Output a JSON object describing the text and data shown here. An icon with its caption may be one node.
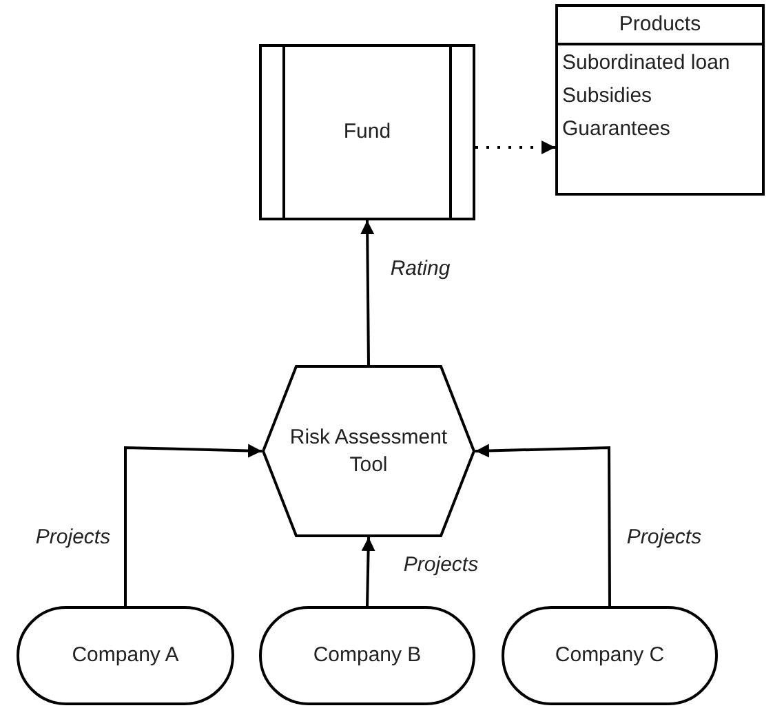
{
  "diagram": {
    "nodes": [
      {
        "text": [
          "Fund"
        ]
      },
      {
        "text": [
          "Products",
          "Subordinated loan",
          "Subsidies",
          "Guarantees"
        ]
      },
      {
        "text": [
          "Risk Assessment Tool"
        ]
      },
      {
        "text": [
          "Company A"
        ]
      },
      {
        "text": [
          "Company B"
        ]
      },
      {
        "text": [
          "Company C"
        ]
      }
    ],
    "edges": [
      {
        "from": 0,
        "to": 1,
        "arrow": "to",
        "style": "dashed"
      },
      {
        "from": 2,
        "to": 0,
        "arrow": "to",
        "label": "Rating"
      },
      {
        "from": 3,
        "to": 2,
        "arrow": "to",
        "label": "Projects"
      },
      {
        "from": 4,
        "to": 2,
        "arrow": "to",
        "label": "Projects"
      },
      {
        "from": 5,
        "to": 2,
        "arrow": "to",
        "label": "Projects"
      }
    ]
  }
}
